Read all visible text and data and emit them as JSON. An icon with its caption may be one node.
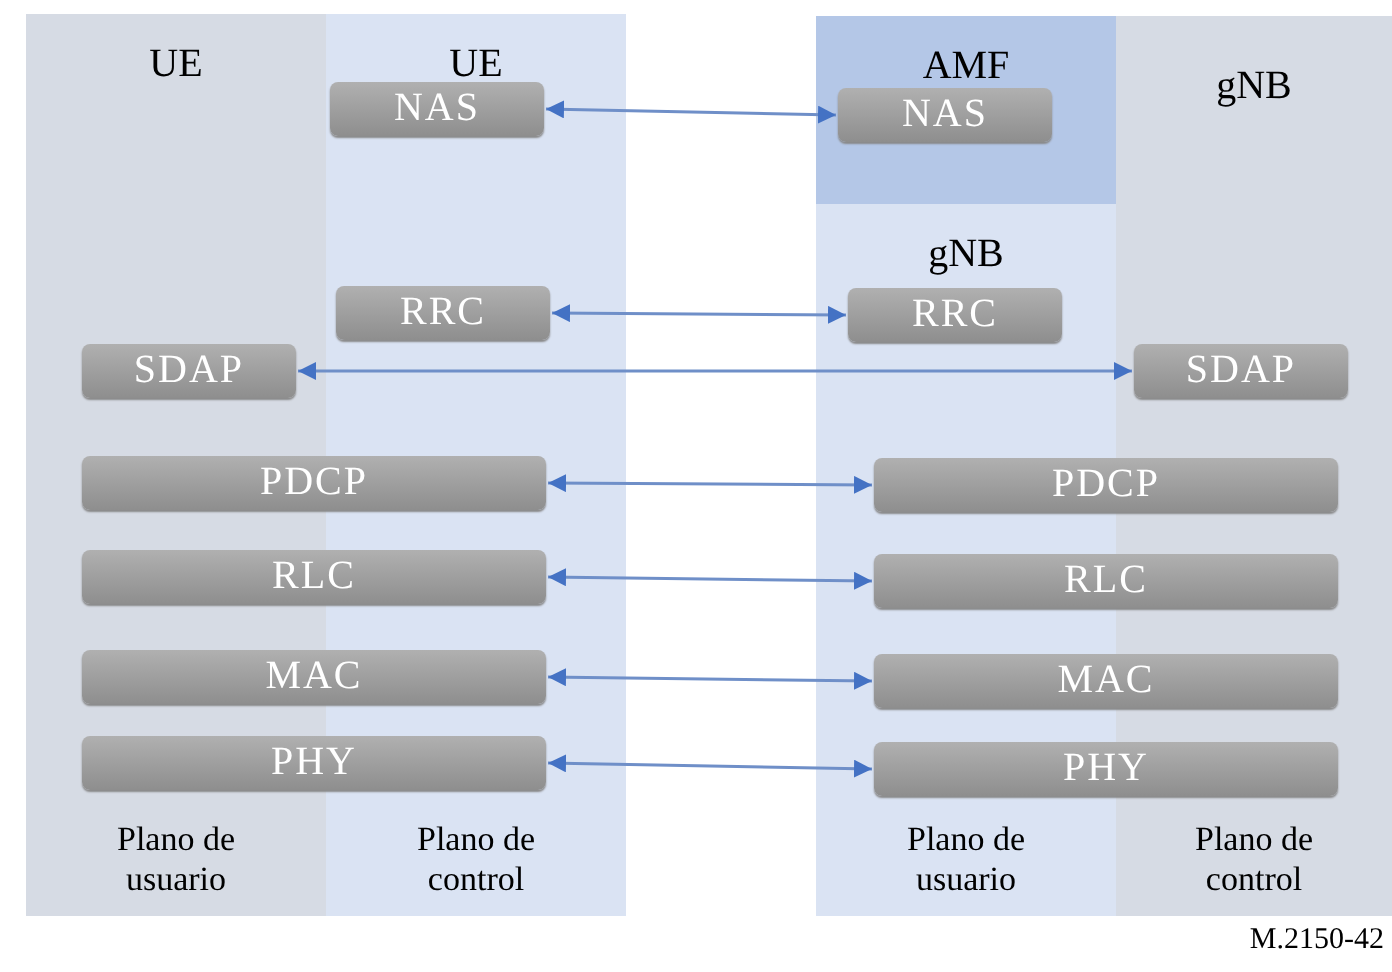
{
  "diagram": {
    "nodes": [
      {
        "text": [
          "UE",
          "Plano de usuario"
        ]
      },
      {
        "text": [
          "UE",
          "Plano de control"
        ]
      },
      {
        "text": [
          "AMF"
        ]
      },
      {
        "text": [
          "gNB",
          "Plano de usuario"
        ]
      },
      {
        "text": [
          "gNB",
          "Plano de control"
        ]
      },
      {
        "text": [
          "NAS"
        ],
        "in": 1
      },
      {
        "text": [
          "NAS"
        ],
        "in": 2
      },
      {
        "text": [
          "RRC"
        ],
        "in": 1
      },
      {
        "text": [
          "RRC"
        ],
        "in": 3
      },
      {
        "text": [
          "SDAP"
        ],
        "in": 0
      },
      {
        "text": [
          "SDAP"
        ],
        "in": 4
      },
      {
        "text": [
          "PDCP"
        ]
      },
      {
        "text": [
          "PDCP"
        ]
      },
      {
        "text": [
          "RLC"
        ]
      },
      {
        "text": [
          "RLC"
        ]
      },
      {
        "text": [
          "MAC"
        ]
      },
      {
        "text": [
          "MAC"
        ]
      },
      {
        "text": [
          "PHY"
        ]
      },
      {
        "text": [
          "PHY"
        ]
      }
    ],
    "edges": [
      {
        "from": 5,
        "to": 6,
        "arrow": "both"
      },
      {
        "from": 7,
        "to": 8,
        "arrow": "both"
      },
      {
        "from": 9,
        "to": 10,
        "arrow": "both"
      },
      {
        "from": 11,
        "to": 12,
        "arrow": "both"
      },
      {
        "from": 13,
        "to": 14,
        "arrow": "both"
      },
      {
        "from": 15,
        "to": 16,
        "arrow": "both"
      },
      {
        "from": 17,
        "to": 18,
        "arrow": "both"
      }
    ],
    "labels": [
      "M.2150-42"
    ]
  }
}
